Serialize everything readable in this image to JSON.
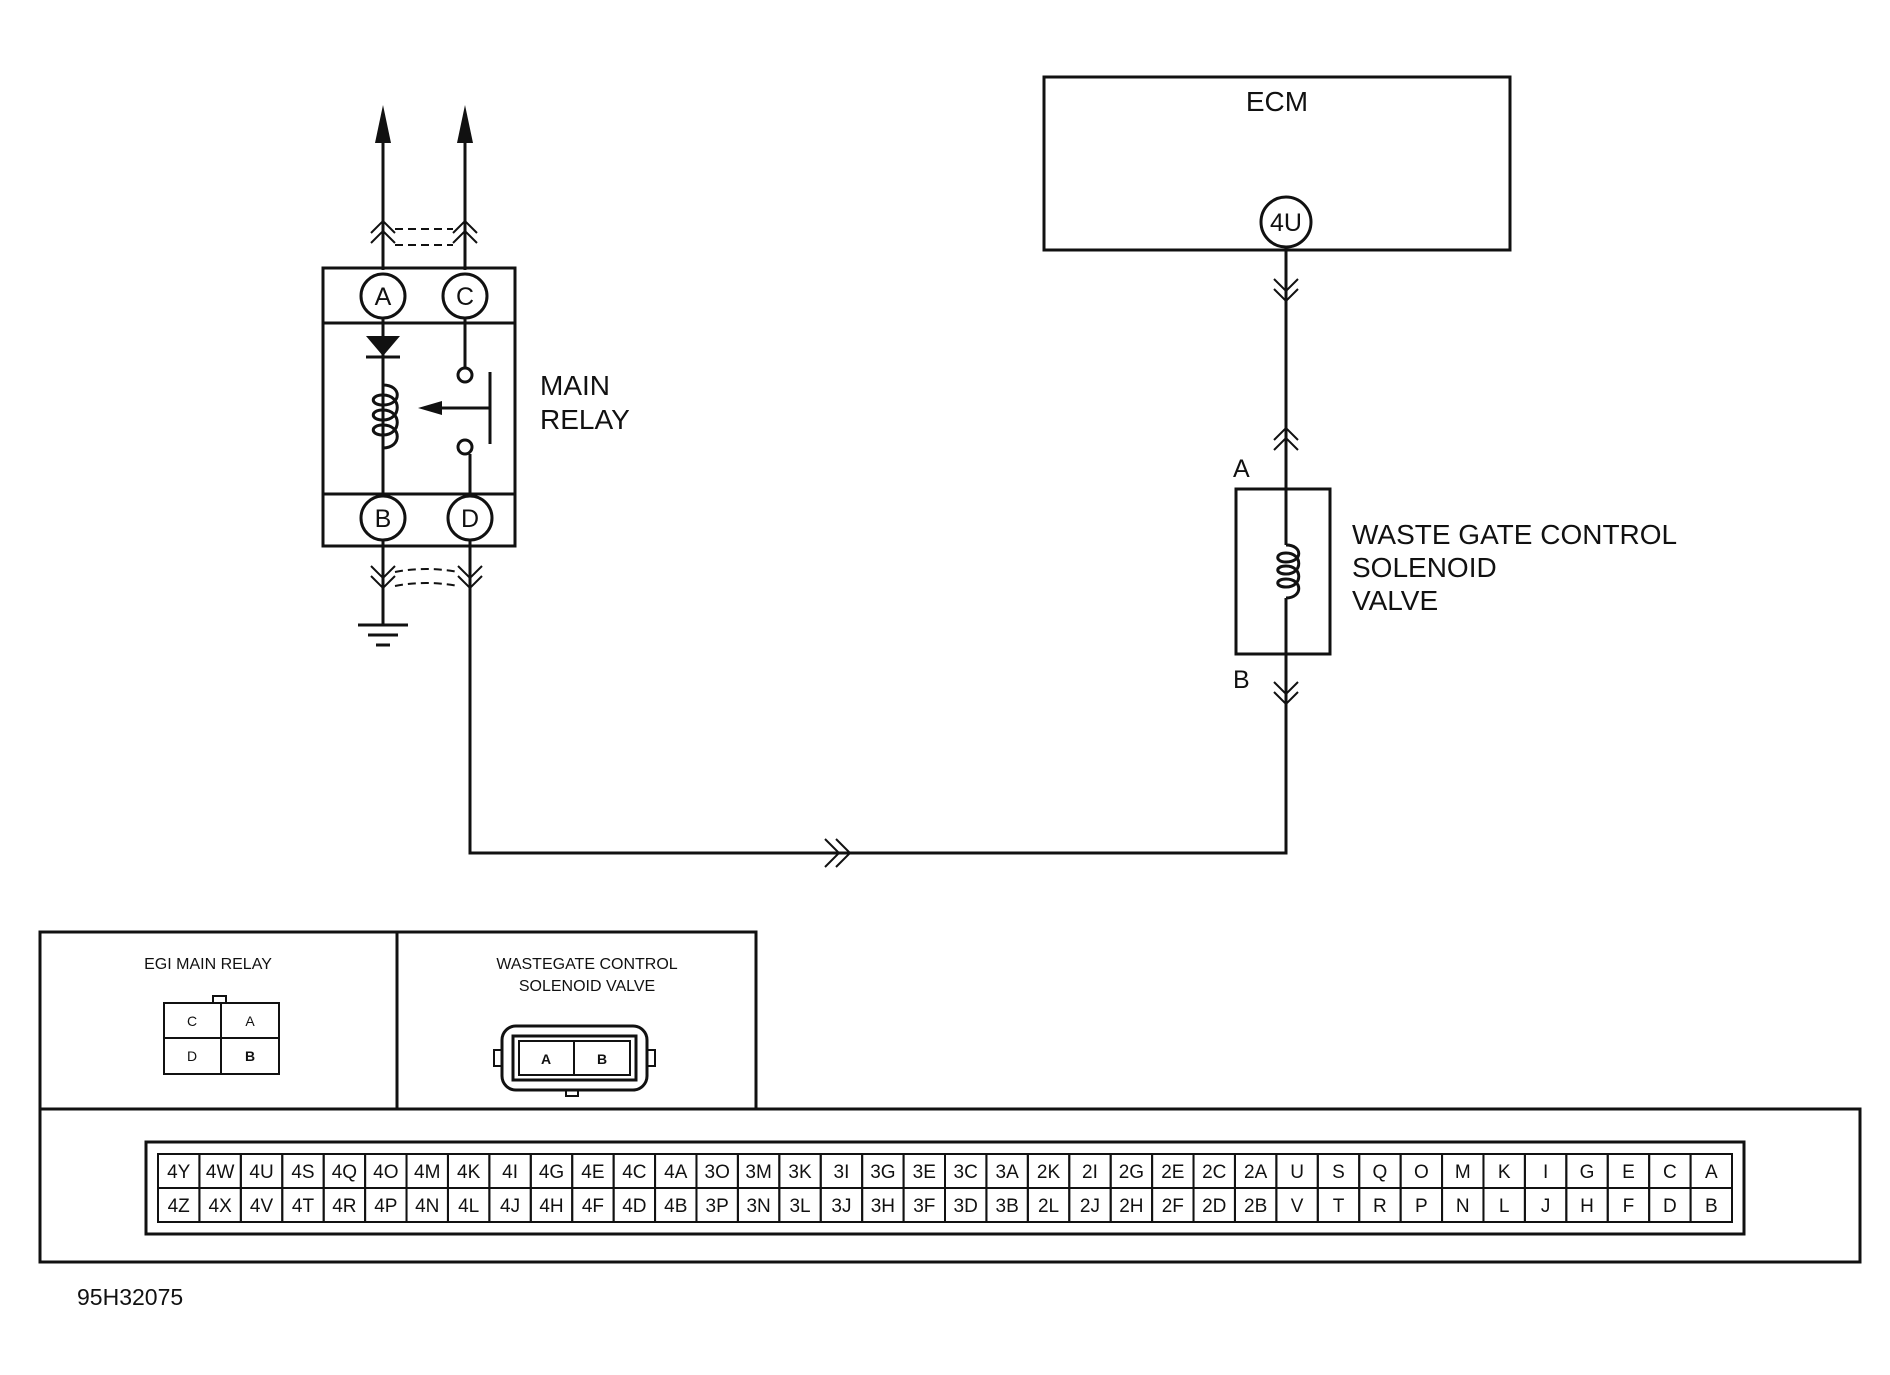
{
  "ecm": {
    "label": "ECM",
    "pin": "4U"
  },
  "relay": {
    "label_line1": "MAIN",
    "label_line2": "RELAY",
    "pins": {
      "a": "A",
      "c": "C",
      "b": "B",
      "d": "D"
    }
  },
  "solenoid": {
    "label_line1": "WASTE GATE CONTROL",
    "label_line2": "SOLENOID",
    "label_line3": "VALVE",
    "pin_a": "A",
    "pin_b": "B"
  },
  "connectors": {
    "egi": {
      "title": "EGI MAIN RELAY",
      "cells": [
        "C",
        "A",
        "D",
        "B"
      ]
    },
    "wastegate": {
      "title_line1": "WASTEGATE CONTROL",
      "title_line2": "SOLENOID VALVE",
      "cells": [
        "A",
        "B"
      ]
    },
    "ecm_top": [
      "4Y",
      "4W",
      "4U",
      "4S",
      "4Q",
      "4O",
      "4M",
      "4K",
      "4I",
      "4G",
      "4E",
      "4C",
      "4A",
      "3O",
      "3M",
      "3K",
      "3I",
      "3G",
      "3E",
      "3C",
      "3A",
      "2K",
      "2I",
      "2G",
      "2E",
      "2C",
      "2A",
      "U",
      "S",
      "Q",
      "O",
      "M",
      "K",
      "I",
      "G",
      "E",
      "C",
      "A"
    ],
    "ecm_bottom": [
      "4Z",
      "4X",
      "4V",
      "4T",
      "4R",
      "4P",
      "4N",
      "4L",
      "4J",
      "4H",
      "4F",
      "4D",
      "4B",
      "3P",
      "3N",
      "3L",
      "3J",
      "3H",
      "3F",
      "3D",
      "3B",
      "2L",
      "2J",
      "2H",
      "2F",
      "2D",
      "2B",
      "V",
      "T",
      "R",
      "P",
      "N",
      "L",
      "J",
      "H",
      "F",
      "D",
      "B"
    ]
  },
  "figure_id": "95H32075"
}
